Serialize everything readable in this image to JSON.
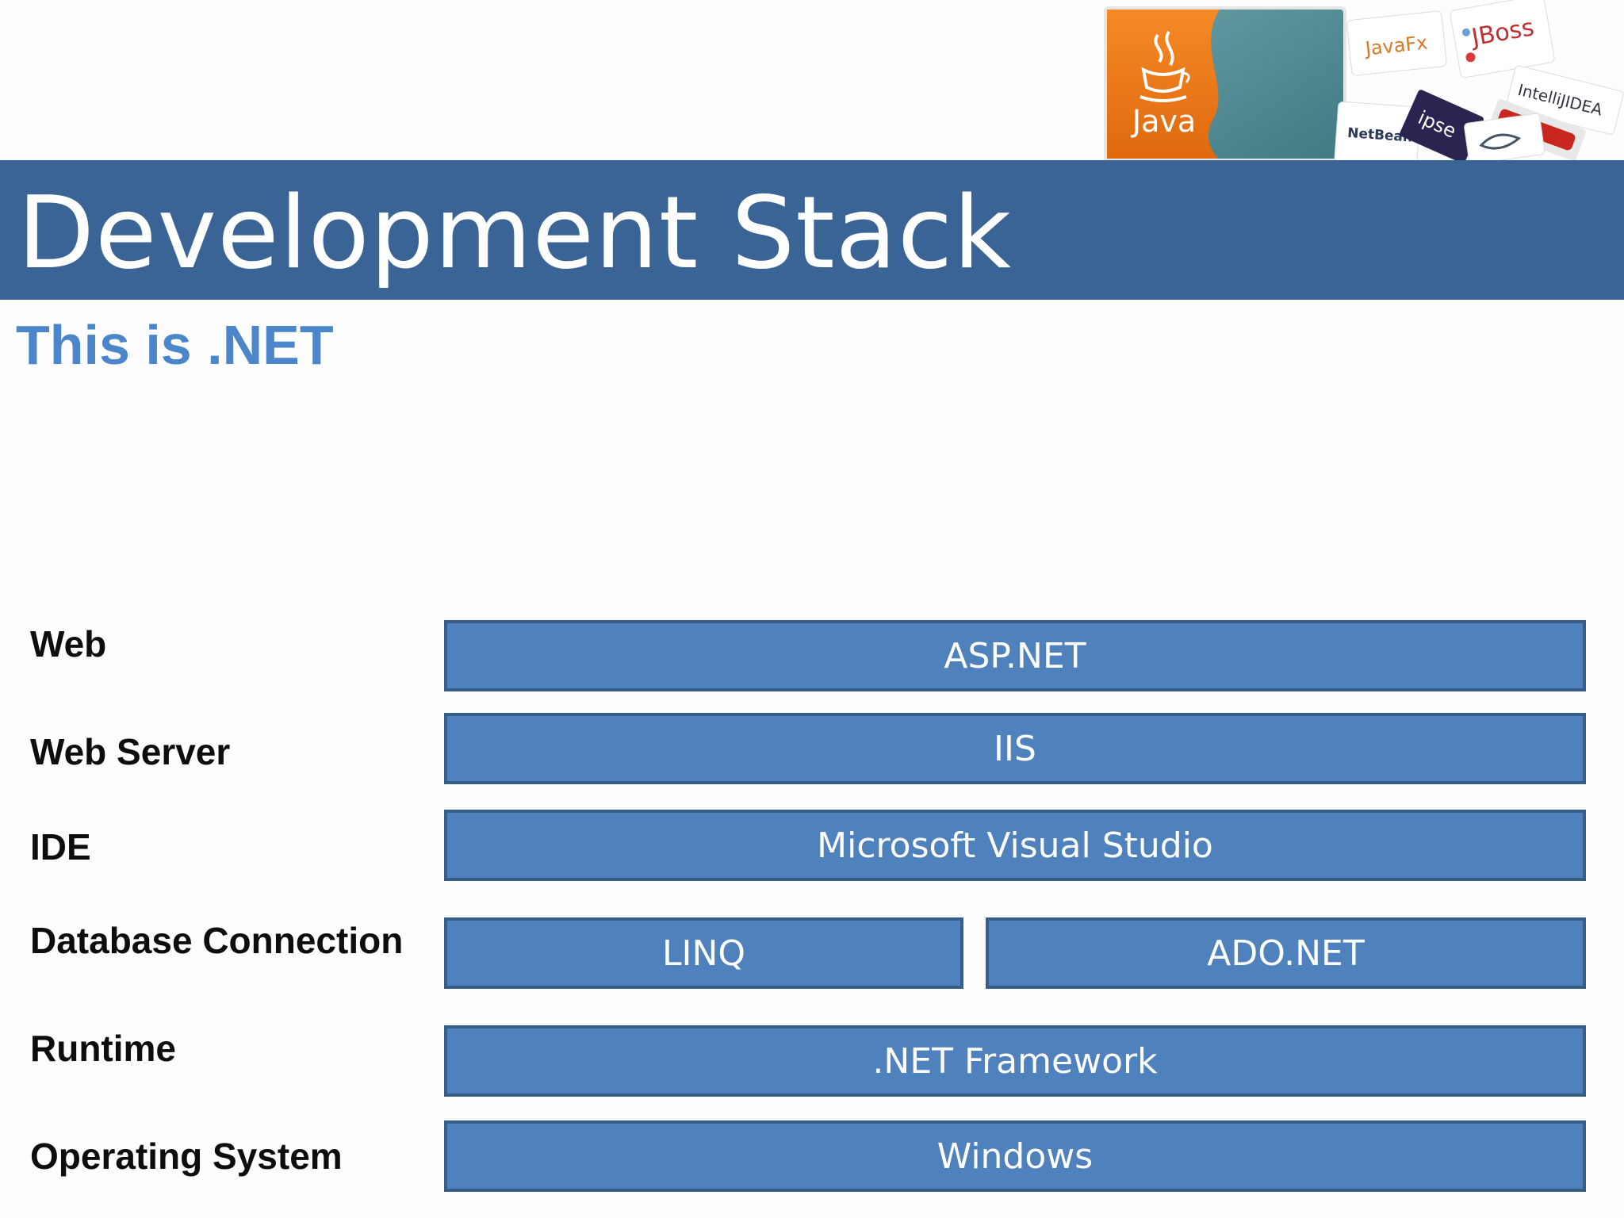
{
  "slide": {
    "title": "Development Stack",
    "subtitle": "This is .NET"
  },
  "banner": {
    "java_logo_text": "Java",
    "cards": [
      "JavaFx",
      "JBoss",
      "IntelliJIDEA",
      "NetBeans",
      "ipse"
    ],
    "colors": {
      "java_orange": "#f07f1a",
      "java_teal": "#4d8a93"
    }
  },
  "stack": {
    "rows": [
      {
        "label": "Web",
        "components": [
          "ASP.NET"
        ]
      },
      {
        "label": "Web Server",
        "components": [
          "IIS"
        ]
      },
      {
        "label": "IDE",
        "components": [
          "Microsoft Visual Studio"
        ]
      },
      {
        "label": "Database Connection",
        "components": [
          "LINQ",
          "ADO.NET"
        ]
      },
      {
        "label": "Runtime",
        "components": [
          ".NET Framework"
        ]
      },
      {
        "label": "Operating System",
        "components": [
          "Windows"
        ]
      }
    ]
  },
  "colors": {
    "title_bar": "#3a6496",
    "subtitle": "#4a86c9",
    "box_fill": "#4f81bd",
    "box_border": "#385d8a"
  }
}
